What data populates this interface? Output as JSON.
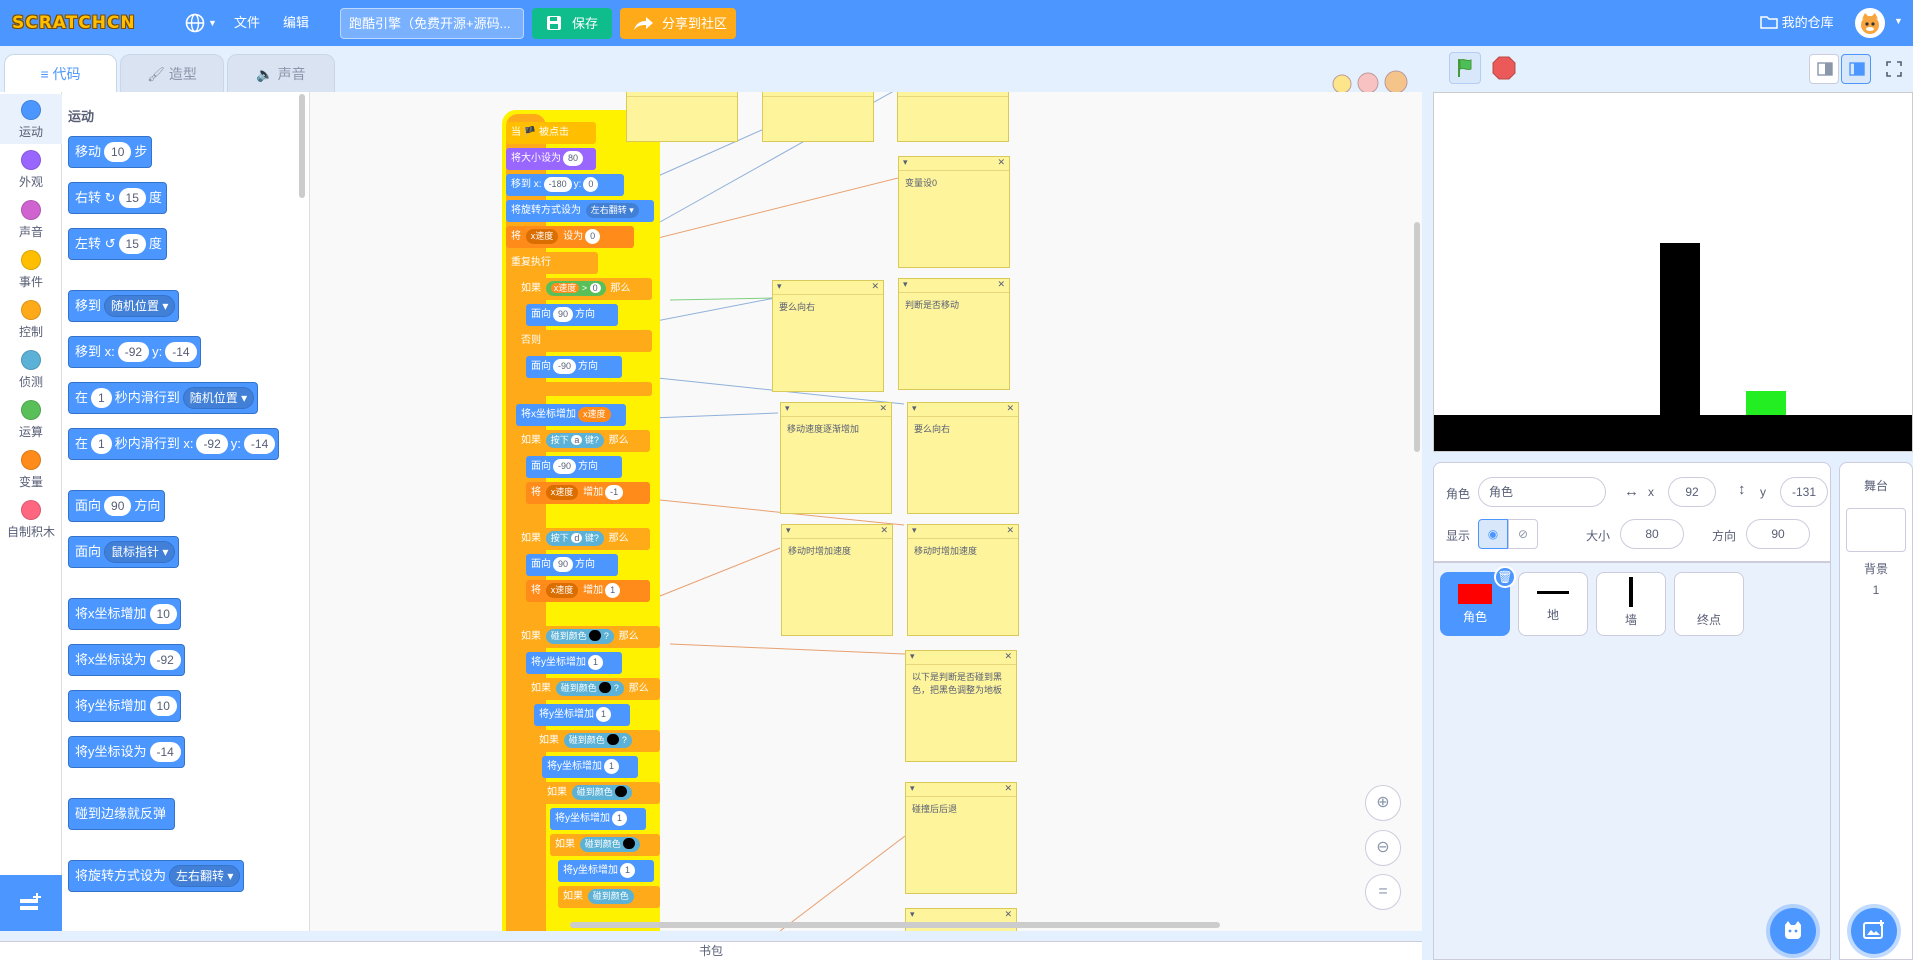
{
  "menubar": {
    "logo": "SCRATCHCN",
    "file": "文件",
    "edit": "编辑",
    "project_title": "跑酷引擎（免费开源+源码...",
    "save": "保存",
    "share": "分享到社区",
    "my_stuff": "我的仓库"
  },
  "tabs": {
    "code": "代码",
    "costumes": "造型",
    "sounds": "声音"
  },
  "categories": [
    "运动",
    "外观",
    "声音",
    "事件",
    "控制",
    "侦测",
    "运算",
    "变量",
    "自制积木"
  ],
  "category_colors": [
    "#4c97ff",
    "#9966ff",
    "#cf63cf",
    "#ffbf00",
    "#ffab19",
    "#5cb1d6",
    "#59c059",
    "#ff8c1a",
    "#ff6680"
  ],
  "palette": {
    "heading": "运动",
    "move": {
      "a": "移动",
      "v": "10",
      "b": "步"
    },
    "turn_right": {
      "a": "右转",
      "v": "15",
      "b": "度"
    },
    "turn_left": {
      "a": "左转",
      "v": "15",
      "b": "度"
    },
    "goto": {
      "a": "移到",
      "m": "随机位置"
    },
    "goto_xy": {
      "a": "移到 x:",
      "x": "-92",
      "b": "y:",
      "y": "-14"
    },
    "glide": {
      "a": "在",
      "v": "1",
      "b": "秒内滑行到",
      "m": "随机位置"
    },
    "glide_xy": {
      "a": "在",
      "v": "1",
      "b": "秒内滑行到 x:",
      "x": "-92",
      "c": "y:",
      "y": "-14"
    },
    "point": {
      "a": "面向",
      "v": "90",
      "b": "方向"
    },
    "point_towards": {
      "a": "面向",
      "m": "鼠标指针"
    },
    "change_x": {
      "a": "将x坐标增加",
      "v": "10"
    },
    "set_x": {
      "a": "将x坐标设为",
      "v": "-92"
    },
    "change_y": {
      "a": "将y坐标增加",
      "v": "10"
    },
    "set_y": {
      "a": "将y坐标设为",
      "v": "-14"
    },
    "bounce": "碰到边缘就反弹",
    "rotation": {
      "a": "将旋转方式设为",
      "m": "左右翻转"
    }
  },
  "script": {
    "hat": "当 🏴 被点击",
    "set_size": {
      "a": "将大小设为",
      "v": "80"
    },
    "goto_xy": {
      "a": "移到 x:",
      "x": "-180",
      "b": "y:",
      "y": "0"
    },
    "rotation": {
      "a": "将旋转方式设为",
      "m": "左右翻转"
    },
    "set_var": {
      "a": "将",
      "var": "x速度",
      "b": "设为",
      "v": "0"
    },
    "forever": "重复执行",
    "if1": {
      "a": "如果",
      "var": "x速度",
      "op": ">",
      "v": "0",
      "b": "那么"
    },
    "face90": {
      "a": "面向",
      "v": "90",
      "b": "方向"
    },
    "else": "否则",
    "face_neg90": {
      "a": "面向",
      "v": "-90",
      "b": "方向"
    },
    "change_x_var": {
      "a": "将x坐标增加",
      "var": "x速度"
    },
    "if_a": {
      "a": "如果",
      "b": "按下",
      "key": "a",
      "c": "键?",
      "d": "那么"
    },
    "face_neg90_b": {
      "a": "面向",
      "v": "-90",
      "b": "方向"
    },
    "change_var_neg": {
      "a": "将",
      "var": "x速度",
      "b": "增加",
      "v": "-1"
    },
    "if_d": {
      "a": "如果",
      "b": "按下",
      "key": "d",
      "c": "键?",
      "d": "那么"
    },
    "face90_b": {
      "a": "面向",
      "v": "90",
      "b": "方向"
    },
    "change_var_pos": {
      "a": "将",
      "var": "x速度",
      "b": "增加",
      "v": "1"
    },
    "touch_color": "碰到颜色",
    "if_word": "如果",
    "then_word": "那么",
    "q": "?",
    "change_y": "将y坐标增加",
    "one": "1"
  },
  "notes": [
    "变量设0",
    "要么向右",
    "判断是否移动",
    "移动速度逐渐增加",
    "要么向右",
    "移动时增加速度",
    "移动时增加速度",
    "以下是判断是否碰到黑色，把黑色调整为地板",
    "碰撞后后退"
  ],
  "backpack": "书包",
  "sprite_info": {
    "label_sprite": "角色",
    "name": "角色",
    "x_label": "x",
    "x": "92",
    "y_label": "y",
    "y": "-131",
    "show_label": "显示",
    "size_label": "大小",
    "size": "80",
    "direction_label": "方向",
    "direction": "90"
  },
  "sprites": [
    {
      "name": "角色",
      "selected": true
    },
    {
      "name": "地",
      "selected": false
    },
    {
      "name": "墙",
      "selected": false
    },
    {
      "name": "终点",
      "selected": false
    }
  ],
  "stage_panel": {
    "title": "舞台",
    "backdrops_label": "背景",
    "backdrops_count": "1"
  }
}
